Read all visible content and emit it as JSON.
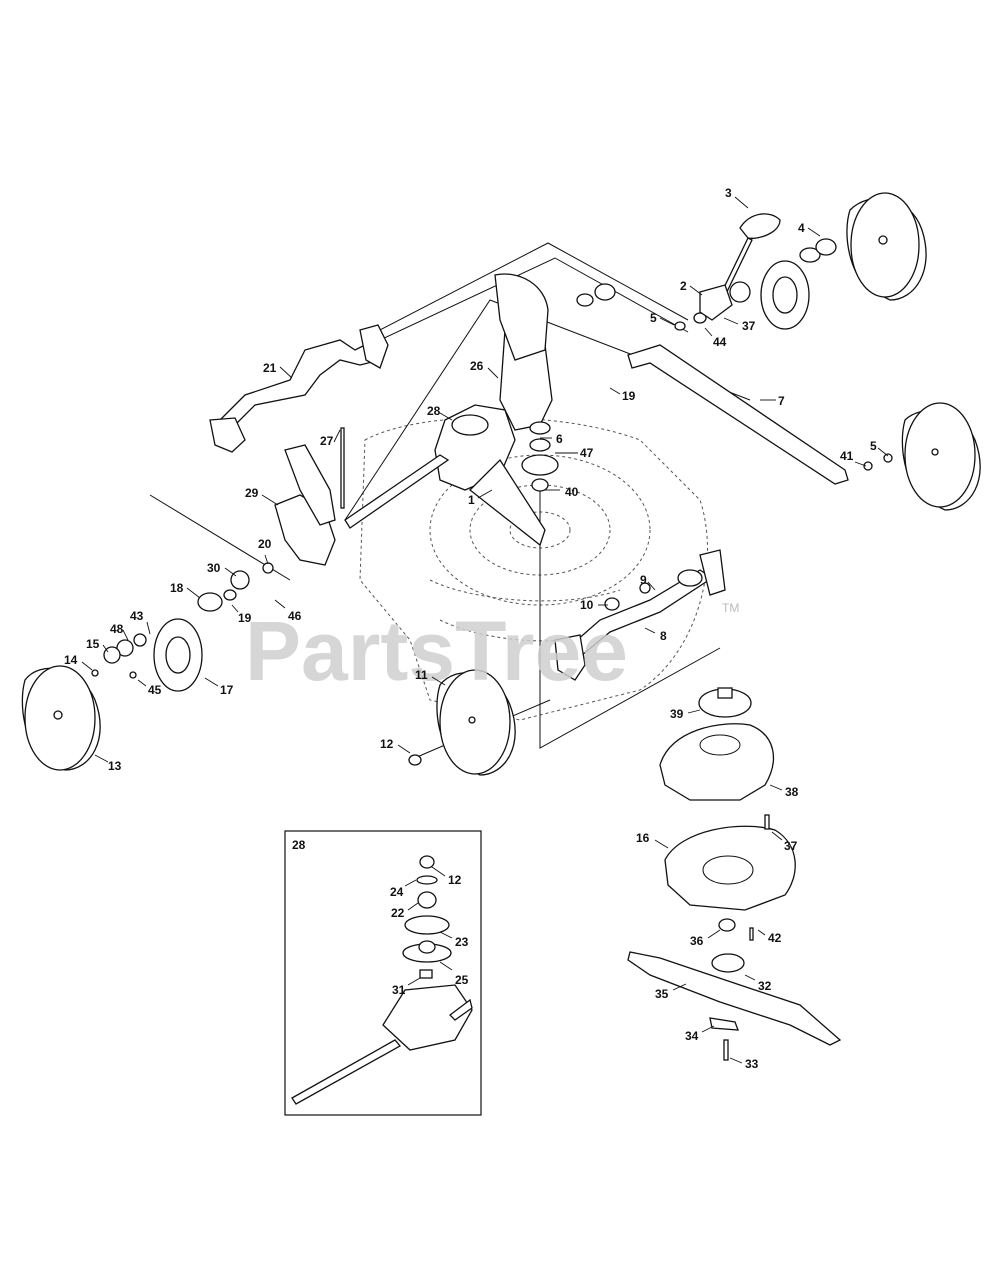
{
  "watermark": {
    "text": "PartsTree",
    "tm": "TM"
  },
  "inset": {
    "title": "28"
  },
  "callouts": [
    {
      "id": "c3",
      "label": "3"
    },
    {
      "id": "c4",
      "label": "4"
    },
    {
      "id": "c2",
      "label": "2"
    },
    {
      "id": "c5a",
      "label": "5"
    },
    {
      "id": "c37a",
      "label": "37"
    },
    {
      "id": "c44",
      "label": "44"
    },
    {
      "id": "c21",
      "label": "21"
    },
    {
      "id": "c26",
      "label": "26"
    },
    {
      "id": "c19a",
      "label": "19"
    },
    {
      "id": "c7",
      "label": "7"
    },
    {
      "id": "c28",
      "label": "28"
    },
    {
      "id": "c27",
      "label": "27"
    },
    {
      "id": "c6",
      "label": "6"
    },
    {
      "id": "c47",
      "label": "47"
    },
    {
      "id": "c41",
      "label": "41"
    },
    {
      "id": "c5b",
      "label": "5"
    },
    {
      "id": "c1",
      "label": "1"
    },
    {
      "id": "c40",
      "label": "40"
    },
    {
      "id": "c29",
      "label": "29"
    },
    {
      "id": "c20",
      "label": "20"
    },
    {
      "id": "c30",
      "label": "30"
    },
    {
      "id": "c18",
      "label": "18"
    },
    {
      "id": "c19b",
      "label": "19"
    },
    {
      "id": "c46",
      "label": "46"
    },
    {
      "id": "c43",
      "label": "43"
    },
    {
      "id": "c48",
      "label": "48"
    },
    {
      "id": "c15",
      "label": "15"
    },
    {
      "id": "c14",
      "label": "14"
    },
    {
      "id": "c45",
      "label": "45"
    },
    {
      "id": "c17",
      "label": "17"
    },
    {
      "id": "c13",
      "label": "13"
    },
    {
      "id": "c9",
      "label": "9"
    },
    {
      "id": "c10",
      "label": "10"
    },
    {
      "id": "c8",
      "label": "8"
    },
    {
      "id": "c11",
      "label": "11"
    },
    {
      "id": "c12a",
      "label": "12"
    },
    {
      "id": "c39",
      "label": "39"
    },
    {
      "id": "c38",
      "label": "38"
    },
    {
      "id": "c37b",
      "label": "37"
    },
    {
      "id": "c16",
      "label": "16"
    },
    {
      "id": "c36",
      "label": "36"
    },
    {
      "id": "c42",
      "label": "42"
    },
    {
      "id": "c32",
      "label": "32"
    },
    {
      "id": "c35",
      "label": "35"
    },
    {
      "id": "c34",
      "label": "34"
    },
    {
      "id": "c33",
      "label": "33"
    },
    {
      "id": "c12b",
      "label": "12"
    },
    {
      "id": "c24",
      "label": "24"
    },
    {
      "id": "c22",
      "label": "22"
    },
    {
      "id": "c23",
      "label": "23"
    },
    {
      "id": "c25",
      "label": "25"
    },
    {
      "id": "c31",
      "label": "31"
    }
  ]
}
